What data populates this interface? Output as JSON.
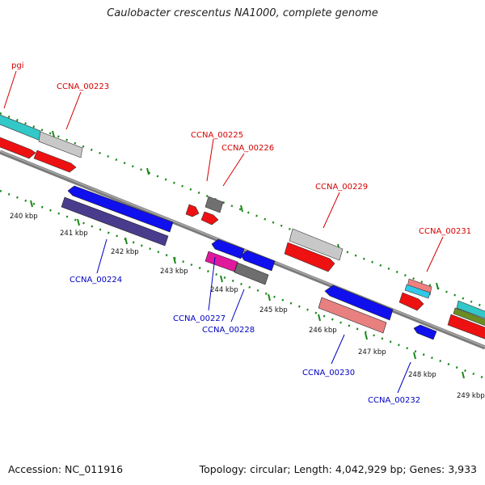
{
  "title": "Caulobacter crescentus NA1000, complete genome",
  "footer": {
    "accession": "Accession: NC_011916",
    "summary": "Topology: circular; Length: 4,042,929 bp; Genes: 3,933"
  },
  "colors": {
    "backbone": "#808080",
    "ticks": "#1a8a1a",
    "forward_label": "#d40000",
    "reverse_label": "#0000c0"
  },
  "scale_labels": [
    "240 kbp",
    "241 kbp",
    "242 kbp",
    "243 kbp",
    "244 kbp",
    "245 kbp",
    "246 kbp",
    "247 kbp",
    "248 kbp",
    "249 kbp"
  ],
  "gene_labels": {
    "forward": [
      "pgi",
      "CCNA_00223",
      "CCNA_00225",
      "CCNA_00226",
      "CCNA_00229",
      "CCNA_00231"
    ],
    "reverse": [
      "CCNA_00224",
      "CCNA_00227",
      "CCNA_00228",
      "CCNA_00230",
      "CCNA_00232"
    ]
  }
}
